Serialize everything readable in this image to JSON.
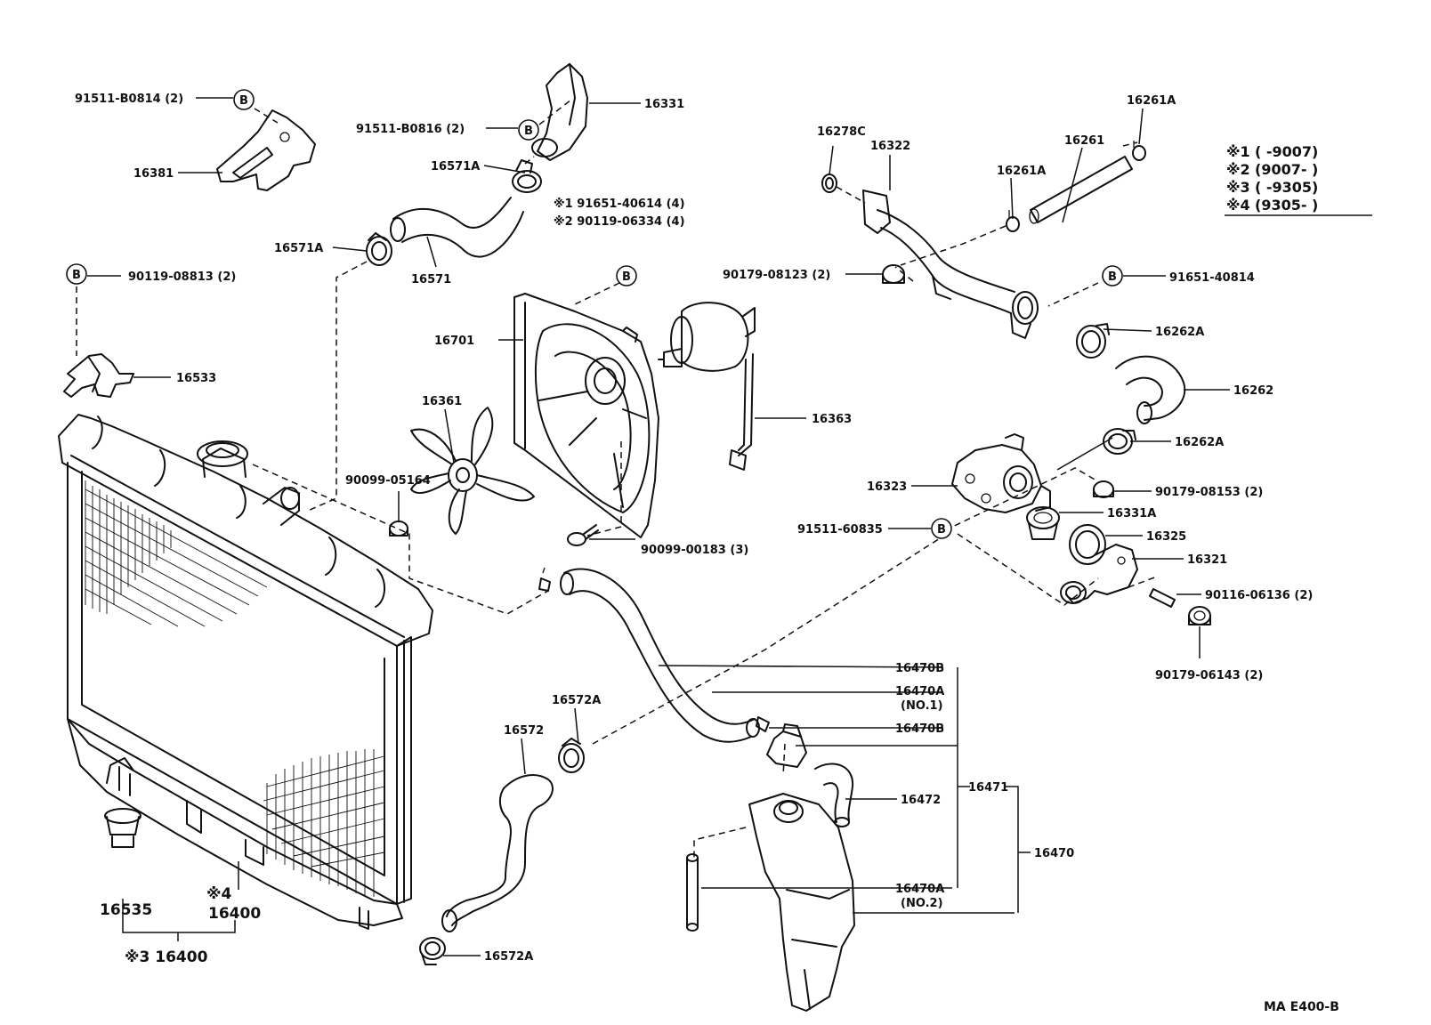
{
  "doc_code": "MA E400-B",
  "badge_letter": "B",
  "legend": [
    {
      "mark": "※1",
      "range": "(        -9007)"
    },
    {
      "mark": "※2",
      "range": "(9007-        )"
    },
    {
      "mark": "※3",
      "range": "(        -9305)"
    },
    {
      "mark": "※4",
      "range": "(9305-        )"
    }
  ],
  "labels": {
    "bolt_top_left": "91511-B0814 (2)",
    "bracket_16381": "16381",
    "bolt_16331": "91511-B0816 (2)",
    "outlet_16331": "16331",
    "clamp_16571a_top": "16571A",
    "bolt_note1": "※1 91651-40614 (4)",
    "bolt_note2": "※2 90119-06334 (4)",
    "clamp_16571a_left": "16571A",
    "hose_16571": "16571",
    "bolt_08813": "90119-08813 (2)",
    "support_16533": "16533",
    "shroud_16701": "16701",
    "fan_16361": "16361",
    "motor_16363": "16363",
    "nut_05164": "90099-05164",
    "screw_00183": "90099-00183 (3)",
    "gasket_16278c": "16278C",
    "pipe_16322": "16322",
    "hose_16261": "16261",
    "clamp_16261a_top": "16261A",
    "clamp_16261a_mid": "16261A",
    "nut_08123": "90179-08123 (2)",
    "bolt_40814": "91651-40814",
    "clamp_16262a_top": "16262A",
    "hose_16262": "16262",
    "clamp_16262a_bottom": "16262A",
    "housing_16323": "16323",
    "nut_08153": "90179-08153 (2)",
    "gasket_16331a": "16331A",
    "bolt_60835": "91511-60835",
    "thermo_16325": "16325",
    "inlet_16321": "16321",
    "stud_06136": "90116-06136 (2)",
    "nut_06143": "90179-06143 (2)",
    "hose_16470b_top": "16470B",
    "hose_16470a_no1": "16470A",
    "no1": "(NO.1)",
    "hose_16470b_mid": "16470B",
    "cap_16472": "16472",
    "tank_16471": "16471",
    "reserve_16470": "16470",
    "hose_16470a_no2": "16470A",
    "no2": "(NO.2)",
    "clamp_16572a_top": "16572A",
    "hose_16572": "16572",
    "clamp_16572a_bottom": "16572A",
    "plug_16535": "16535",
    "radiator_note4_mark": "※4",
    "radiator_16400": "16400",
    "radiator_note3": "※3 16400"
  }
}
